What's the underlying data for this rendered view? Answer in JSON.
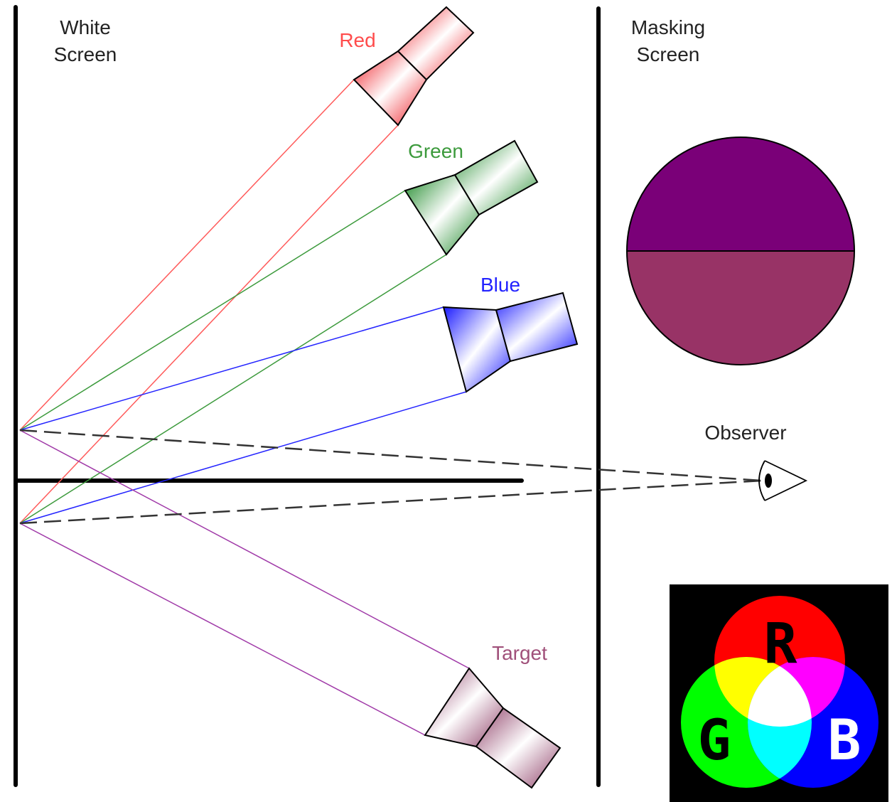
{
  "labels": {
    "white_screen_line1": "White",
    "white_screen_line2": "Screen",
    "masking_screen_line1": "Masking",
    "masking_screen_line2": "Screen",
    "red": "Red",
    "green": "Green",
    "blue": "Blue",
    "target": "Target",
    "observer": "Observer"
  },
  "rgb_inset": {
    "r": "R",
    "g": "G",
    "b": "B"
  },
  "colors": {
    "red": "#ff5a5a",
    "green": "#3c9a3c",
    "blue": "#2323ff",
    "target": "#a03aa8",
    "target_label": "#a0507a",
    "mask_top": "#7a0078",
    "mask_bottom": "#983366",
    "inset_bg": "#000000"
  }
}
